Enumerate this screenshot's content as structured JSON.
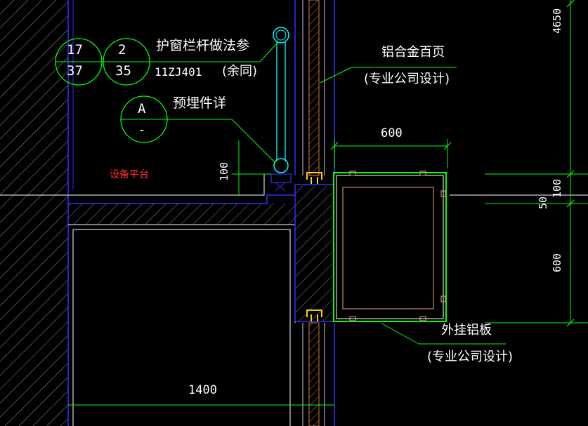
{
  "bubbles": {
    "b1_top": "17",
    "b1_bottom": "37",
    "b2_top": "2",
    "b2_bottom": "35",
    "b3_top": "A",
    "b3_bottom": "-"
  },
  "notes": {
    "railing_title": "护窗栏杆做法参",
    "railing_ref": "11ZJ401",
    "railing_same": "(余同)",
    "embedded": "预埋件详",
    "louver_title": "铝合金百页",
    "louver_sub": "(专业公司设计)",
    "platform": "设备平台",
    "panel_title": "外挂铝板",
    "panel_sub": "(专业公司设计)"
  },
  "dims": {
    "d600_top": "600",
    "d100_left": "100",
    "d1400": "1400",
    "d4650": "4650",
    "d100_right": "100",
    "d50": "50",
    "d600_right": "600"
  },
  "colors": {
    "background": "#000000",
    "dim_green": "#00ff00",
    "wall_blue": "#3030ff",
    "text_white": "#ffffff",
    "platform_red": "#ff3030",
    "rail_cyan": "#00ffff",
    "louver_orange": "#c87840",
    "panel_salmon": "#f0a080"
  }
}
